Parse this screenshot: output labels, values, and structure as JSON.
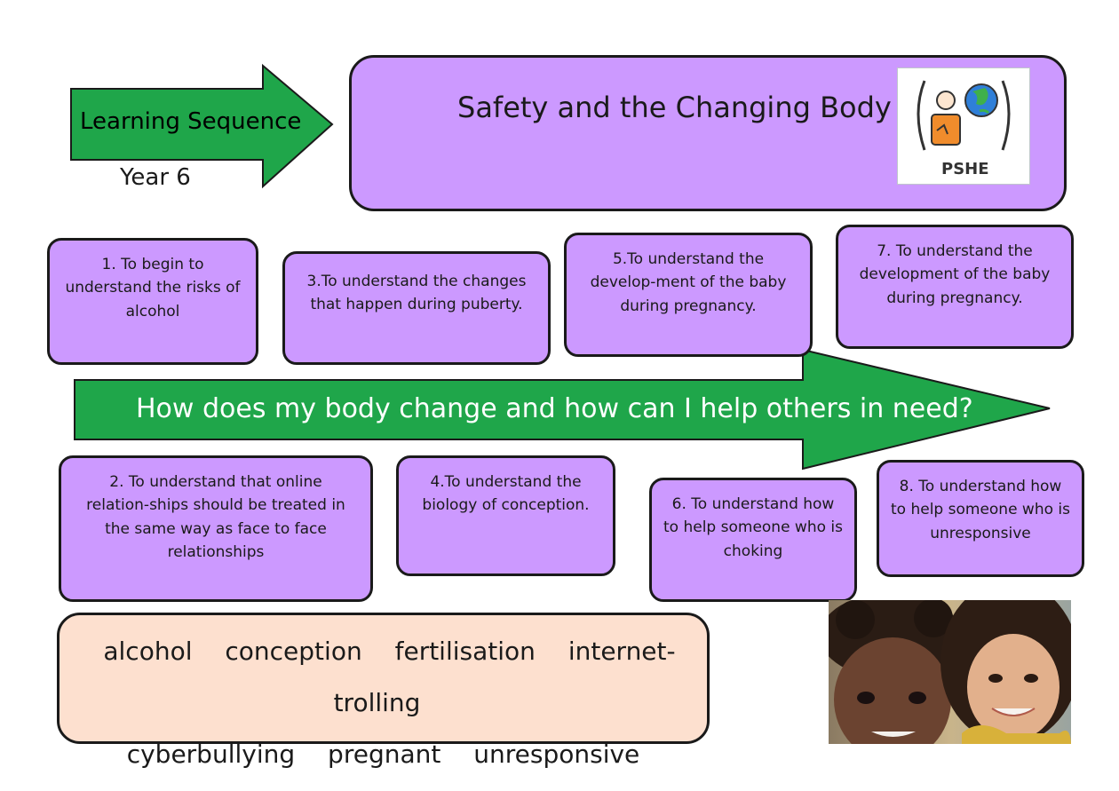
{
  "header": {
    "learning_sequence": "Learning Sequence",
    "year": "Year 6",
    "title": "Safety and the Changing Body",
    "pshe_label": "PSHE"
  },
  "big_question": "How does my body change and how can I help others in need?",
  "objectives": [
    {
      "n": 1,
      "text": "1. To begin to understand the risks of alcohol"
    },
    {
      "n": 3,
      "text": "3.To understand the changes that happen during puberty."
    },
    {
      "n": 5,
      "text": "5.To understand the develop-ment of the baby during pregnancy."
    },
    {
      "n": 7,
      "text": "7. To understand the development of the baby during pregnancy."
    },
    {
      "n": 2,
      "text": "2. To understand that online relation-ships should be treated in the same way as face to face relationships"
    },
    {
      "n": 4,
      "text": "4.To understand the biology of conception."
    },
    {
      "n": 6,
      "text": "6. To understand how to help someone who is choking"
    },
    {
      "n": 8,
      "text": "8. To understand how to help someone who is unresponsive"
    }
  ],
  "vocabulary": {
    "line1": [
      "alcohol",
      "conception",
      "fertilisation",
      "internet-trolling"
    ],
    "line2": [
      "cyberbullying",
      "pregnant",
      "unresponsive"
    ]
  },
  "colors": {
    "arrow_green": "#1fa64a",
    "box_purple": "#cc99ff",
    "vocab_peach": "#fde0cf"
  }
}
